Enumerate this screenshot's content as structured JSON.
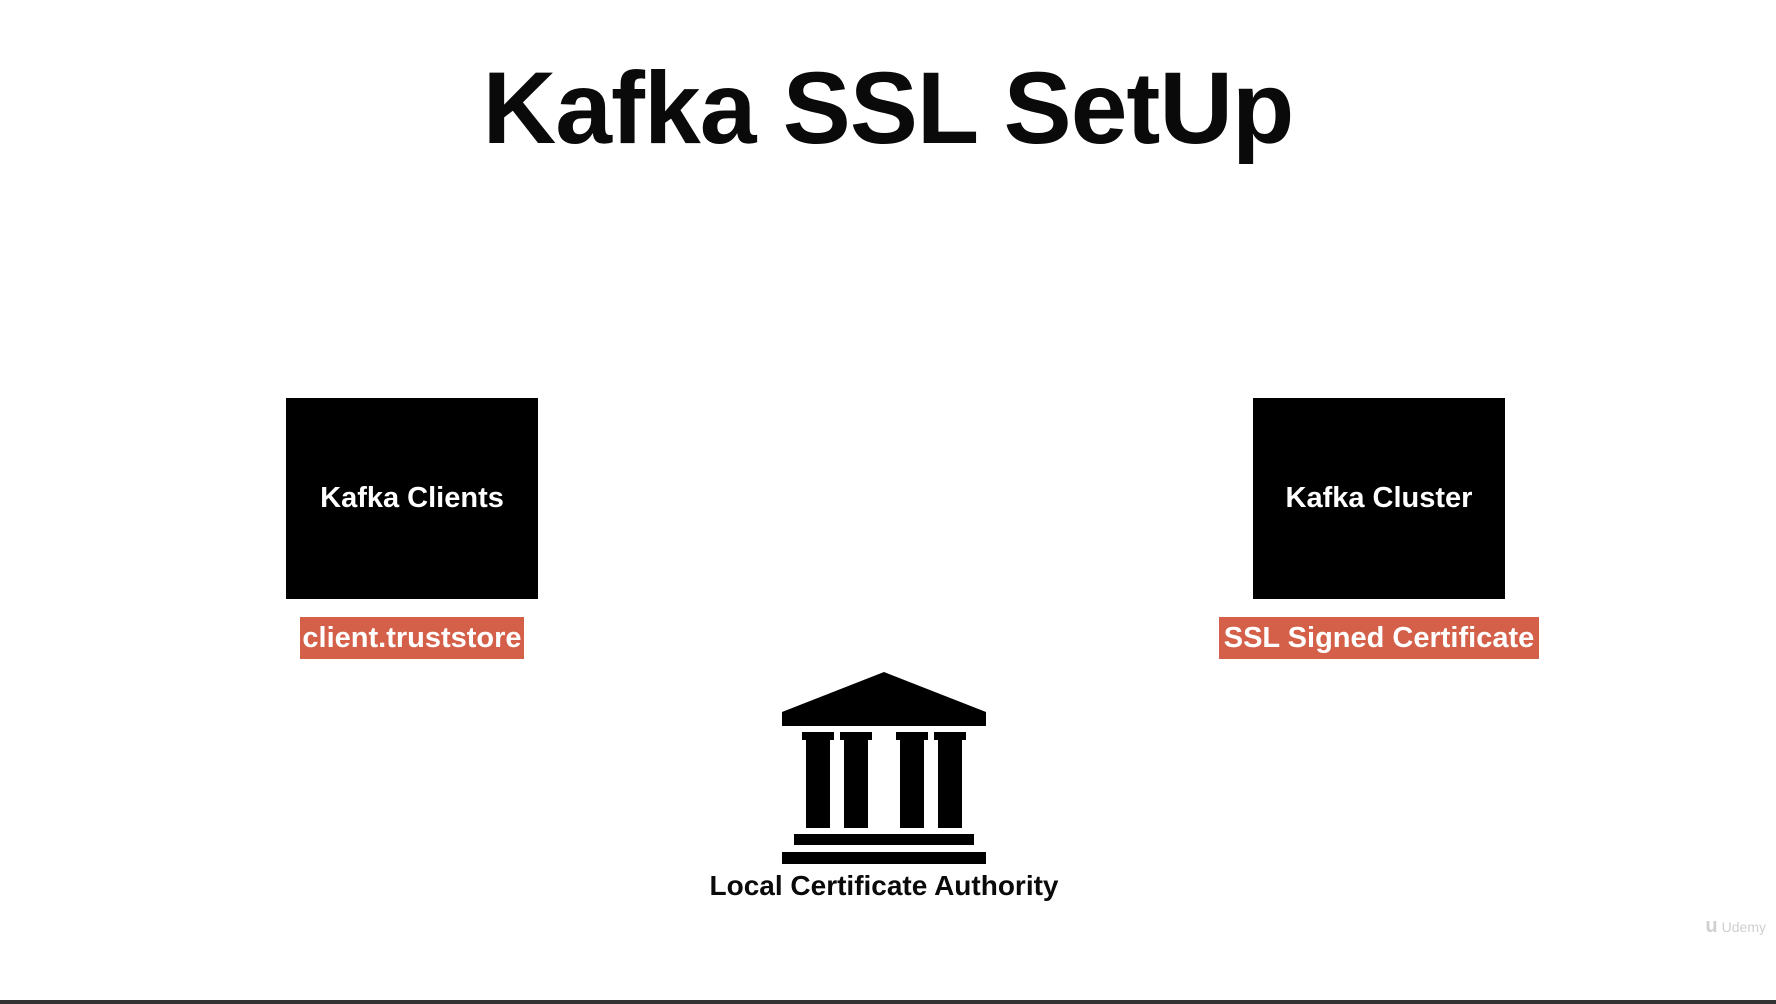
{
  "title": "Kafka SSL SetUp",
  "nodes": {
    "clients": {
      "label": "Kafka Clients",
      "tag": "client.truststore"
    },
    "cluster": {
      "label": "Kafka Cluster",
      "tag": "SSL Signed Certificate"
    },
    "authority": {
      "label": "Local Certificate Authority",
      "icon": "bank-building-icon"
    }
  },
  "watermark": "Udemy",
  "colors": {
    "box": "#000000",
    "tag": "#d4604a",
    "text": "#0a0a0a"
  }
}
